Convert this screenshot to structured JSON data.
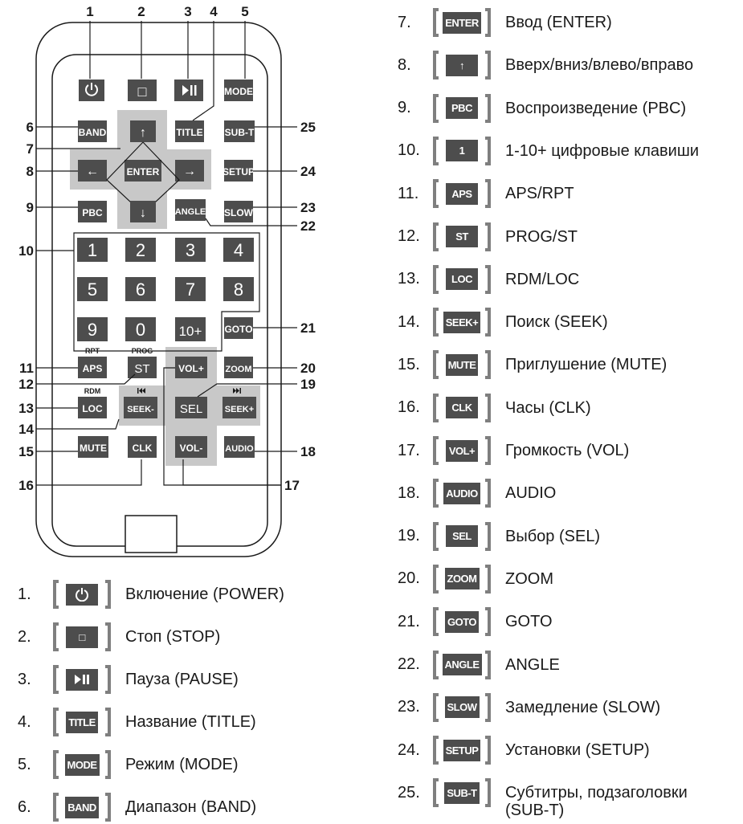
{
  "remote": {
    "callouts": [
      "1",
      "2",
      "3",
      "4",
      "5",
      "6",
      "7",
      "8",
      "9",
      "10",
      "11",
      "12",
      "13",
      "14",
      "15",
      "16",
      "17",
      "18",
      "19",
      "20",
      "21",
      "22",
      "23",
      "24",
      "25"
    ],
    "keys": {
      "stop_symbol": "□",
      "mode": "MODE",
      "band": "BAND",
      "title": "TITLE",
      "subt": "SUB-T",
      "enter": "ENTER",
      "setup": "SETUP",
      "pbc": "PBC",
      "angle": "ANGLE",
      "slow": "SLOW",
      "arrow_up": "↑",
      "arrow_down": "↓",
      "arrow_left": "←",
      "arrow_right": "→",
      "digits": [
        "1",
        "2",
        "3",
        "4",
        "5",
        "6",
        "7",
        "8",
        "9",
        "0",
        "10+"
      ],
      "goto": "GOTO",
      "aps": "APS",
      "st": "ST",
      "vol_plus": "VOL+",
      "zoom": "ZOOM",
      "loc": "LOC",
      "seek_minus": "SEEK-",
      "sel": "SEL",
      "seek_plus": "SEEK+",
      "mute": "MUTE",
      "clk": "CLK",
      "vol_minus": "VOL-",
      "audio": "AUDIO",
      "rpt_small": "RPT",
      "prog_small": "PROG",
      "rdm_small": "RDM"
    }
  },
  "legend_left": [
    {
      "num": "1.",
      "key": "power-icon",
      "desc": "Включение (POWER)"
    },
    {
      "num": "2.",
      "key": "□",
      "desc": "Стоп (STOP)"
    },
    {
      "num": "3.",
      "key": "play-pause-icon",
      "desc": "Пауза (PAUSE)"
    },
    {
      "num": "4.",
      "key": "TITLE",
      "desc": "Название (TITLE)"
    },
    {
      "num": "5.",
      "key": "MODE",
      "desc": "Режим (MODE)"
    },
    {
      "num": "6.",
      "key": "BAND",
      "desc": "Диапазон (BAND)"
    }
  ],
  "legend_right": [
    {
      "num": "7.",
      "key": "ENTER",
      "desc": "Ввод (ENTER)"
    },
    {
      "num": "8.",
      "key": "↑",
      "desc": "Вверх/вниз/влево/вправо"
    },
    {
      "num": "9.",
      "key": "PBC",
      "desc": "Воспроизведение (PBC)"
    },
    {
      "num": "10.",
      "key": "1",
      "desc": "1-10+ цифровые клавиши"
    },
    {
      "num": "11.",
      "key": "APS",
      "desc": "APS/RPT"
    },
    {
      "num": "12.",
      "key": "ST",
      "desc": "PROG/ST"
    },
    {
      "num": "13.",
      "key": "LOC",
      "desc": "RDM/LOC"
    },
    {
      "num": "14.",
      "key": "SEEK+",
      "desc": "Поиск (SEEK)"
    },
    {
      "num": "15.",
      "key": "MUTE",
      "desc": "Приглушение (MUTE)"
    },
    {
      "num": "16.",
      "key": "CLK",
      "desc": "Часы (CLK)"
    },
    {
      "num": "17.",
      "key": "VOL+",
      "desc": "Громкость (VOL)"
    },
    {
      "num": "18.",
      "key": "AUDIO",
      "desc": "AUDIO"
    },
    {
      "num": "19.",
      "key": "SEL",
      "desc": "Выбор (SEL)"
    },
    {
      "num": "20.",
      "key": "ZOOM",
      "desc": "ZOOM"
    },
    {
      "num": "21.",
      "key": "GOTO",
      "desc": "GOTO"
    },
    {
      "num": "22.",
      "key": "ANGLE",
      "desc": "ANGLE"
    },
    {
      "num": "23.",
      "key": "SLOW",
      "desc": "Замедление (SLOW)"
    },
    {
      "num": "24.",
      "key": "SETUP",
      "desc": "Установки (SETUP)"
    },
    {
      "num": "25.",
      "key": "SUB-T",
      "desc": "Субтитры, подзаголовки (SUB-T)"
    }
  ],
  "colors": {
    "key_fill": "#4d4d4d",
    "highlight": "#c8c8c8",
    "bracket": "#7f7f7f",
    "line": "#1a1a1a"
  }
}
